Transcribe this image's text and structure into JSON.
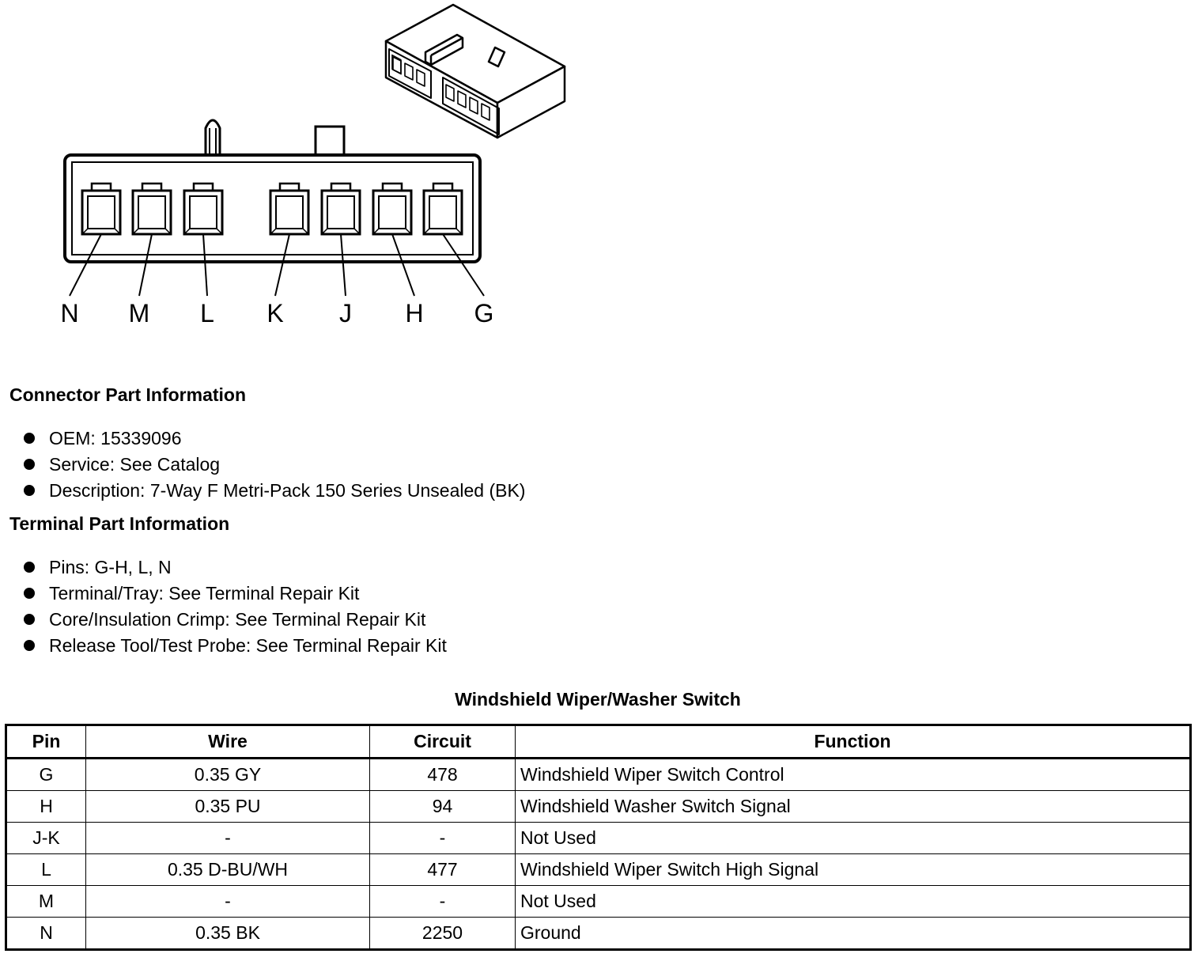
{
  "pin_labels": [
    "N",
    "M",
    "L",
    "K",
    "J",
    "H",
    "G"
  ],
  "connector_part_information": {
    "title": "Connector Part Information",
    "items": [
      "OEM: 15339096",
      "Service: See Catalog",
      "Description: 7-Way F Metri-Pack 150 Series Unsealed (BK)"
    ]
  },
  "terminal_part_information": {
    "title": "Terminal Part Information",
    "items": [
      "Pins: G-H, L, N",
      "Terminal/Tray: See Terminal Repair Kit",
      "Core/Insulation Crimp: See Terminal Repair Kit",
      "Release Tool/Test Probe: See Terminal Repair Kit"
    ]
  },
  "table": {
    "title": "Windshield Wiper/Washer Switch",
    "headers": [
      "Pin",
      "Wire",
      "Circuit",
      "Function"
    ],
    "rows": [
      [
        "G",
        "0.35 GY",
        "478",
        "Windshield Wiper Switch Control"
      ],
      [
        "H",
        "0.35 PU",
        "94",
        "Windshield Washer Switch Signal"
      ],
      [
        "J-K",
        "-",
        "-",
        "Not Used"
      ],
      [
        "L",
        "0.35 D-BU/WH",
        "477",
        "Windshield Wiper Switch High Signal"
      ],
      [
        "M",
        "-",
        "-",
        "Not Used"
      ],
      [
        "N",
        "0.35 BK",
        "2250",
        "Ground"
      ]
    ]
  }
}
